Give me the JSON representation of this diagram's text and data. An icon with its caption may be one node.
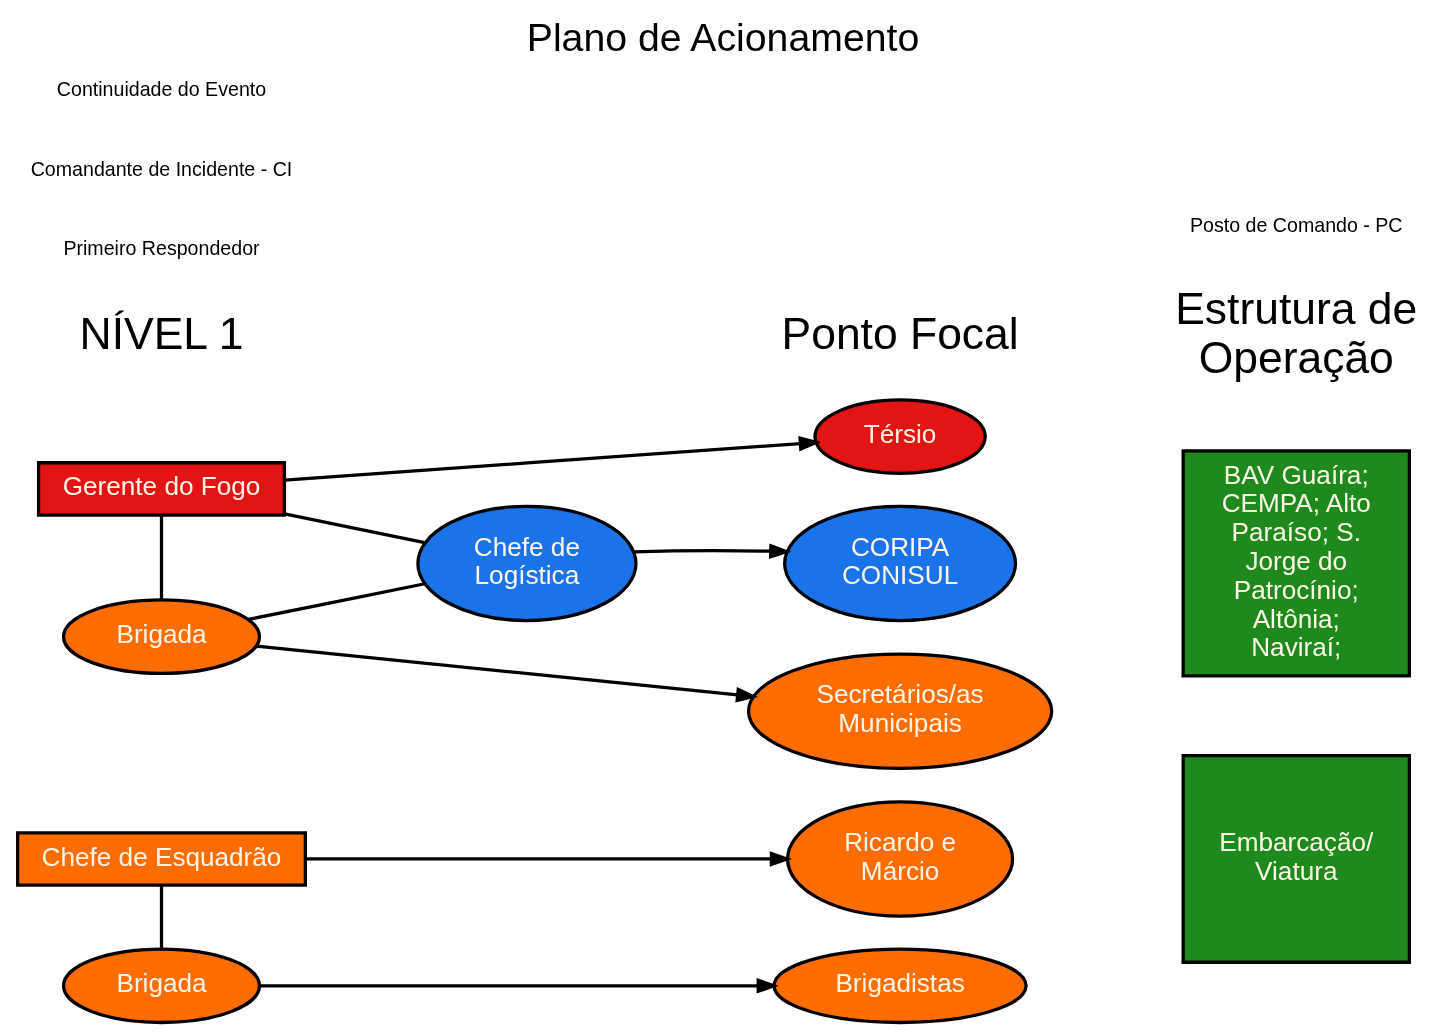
{
  "diagram": {
    "title": "Plano de Acionamento",
    "nodes": [
      {
        "text": [
          "Chefe de Esquadrão"
        ]
      },
      {
        "text": [
          "Ricardo e Márcio"
        ]
      },
      {
        "text": [
          "Brigada"
        ]
      },
      {
        "text": [
          "Brigadistas"
        ]
      },
      {
        "text": [
          "Embarcação/ Viatura"
        ]
      },
      {
        "text": [
          "Gerente do Fogo"
        ]
      },
      {
        "text": [
          "Térsio"
        ]
      },
      {
        "text": [
          "Brigada"
        ]
      },
      {
        "text": [
          "Chefe de Logística"
        ]
      },
      {
        "text": [
          "CORIPA CONISUL"
        ]
      },
      {
        "text": [
          "Secretários/as Municipais"
        ]
      },
      {
        "text": [
          "BAV Guaíra; CEMPA; Alto Paraíso; S. Jorge do Patrocínio; Altônia; Naviraí;"
        ]
      }
    ],
    "edges": [
      {
        "from": 0,
        "to": 1,
        "arrow": "to"
      },
      {
        "from": 0,
        "to": 2,
        "arrow": "none"
      },
      {
        "from": 2,
        "to": 3,
        "arrow": "to"
      },
      {
        "from": 5,
        "to": 6,
        "arrow": "to"
      },
      {
        "from": 5,
        "to": 7,
        "arrow": "none"
      },
      {
        "from": 5,
        "to": 8,
        "arrow": "none"
      },
      {
        "from": 7,
        "to": 8,
        "arrow": "none"
      },
      {
        "from": 8,
        "to": 9,
        "arrow": "to"
      },
      {
        "from": 7,
        "to": 10,
        "arrow": "to"
      }
    ],
    "labels": [
      "NÍVEL 1",
      "Ponto Focal",
      "Estrutura de Operação",
      "Primeiro Respondedor",
      "Posto de Comando - PC",
      "Comandante de Incidente - CI",
      "Continuidade do Evento"
    ]
  }
}
